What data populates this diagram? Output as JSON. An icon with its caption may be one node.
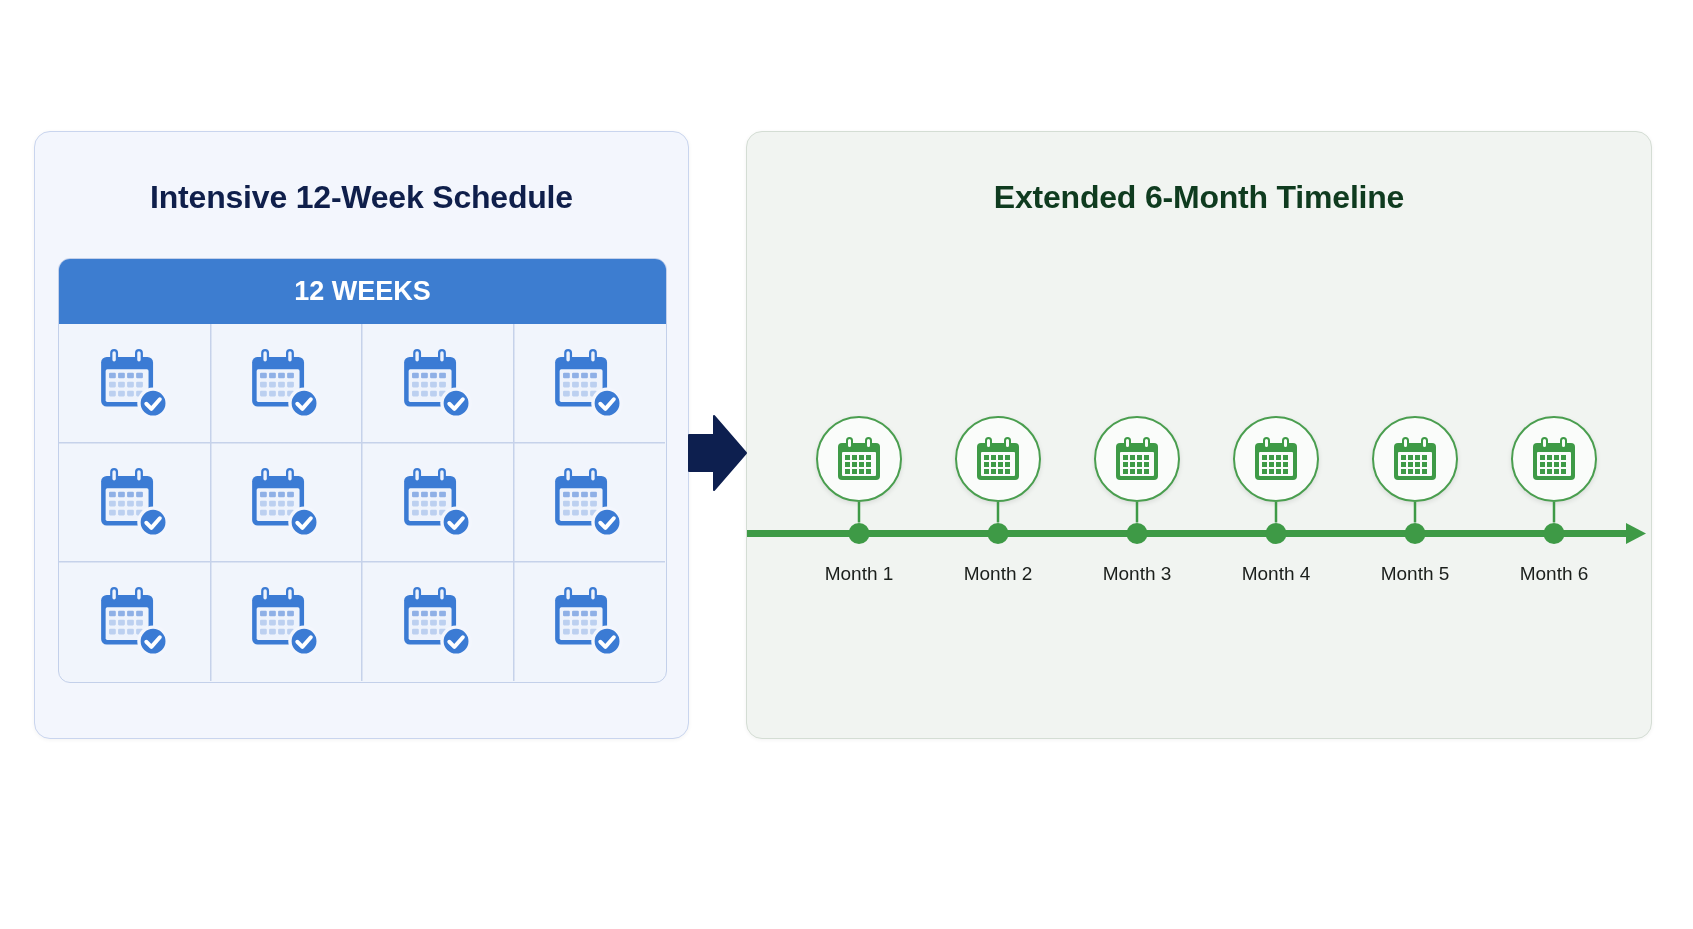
{
  "diagram": {
    "nodes": [
      {
        "text": [
          "Intensive 12-Week Schedule"
        ]
      },
      {
        "text": [
          "12 WEEKS"
        ],
        "in": 0
      },
      {
        "text": [
          "Extended 6-Month Timeline"
        ]
      },
      {
        "text": [],
        "shape": "circle",
        "in": 2
      },
      {
        "text": [],
        "shape": "circle",
        "in": 2
      },
      {
        "text": [],
        "shape": "circle",
        "in": 2
      },
      {
        "text": [],
        "shape": "circle",
        "in": 2
      },
      {
        "text": [],
        "shape": "circle",
        "in": 2
      },
      {
        "text": [],
        "shape": "circle",
        "in": 2
      },
      {
        "text": [],
        "shape": "bar",
        "in": 2
      }
    ],
    "edges": [
      {
        "from": 0,
        "to": 2,
        "arrow": "to",
        "style": "thick",
        "color": "#0d1f4f"
      },
      {
        "from": 3,
        "to": 9,
        "arrow": "none"
      },
      {
        "from": 4,
        "to": 9,
        "arrow": "none"
      },
      {
        "from": 5,
        "to": 9,
        "arrow": "none"
      },
      {
        "from": 6,
        "to": 9,
        "arrow": "none"
      },
      {
        "from": 7,
        "to": 9,
        "arrow": "none"
      },
      {
        "from": 8,
        "to": 9,
        "arrow": "none"
      }
    ],
    "labels": [
      "Month 1",
      "Month 2",
      "Month 3",
      "Month 4",
      "Month 5",
      "Month 6"
    ]
  }
}
